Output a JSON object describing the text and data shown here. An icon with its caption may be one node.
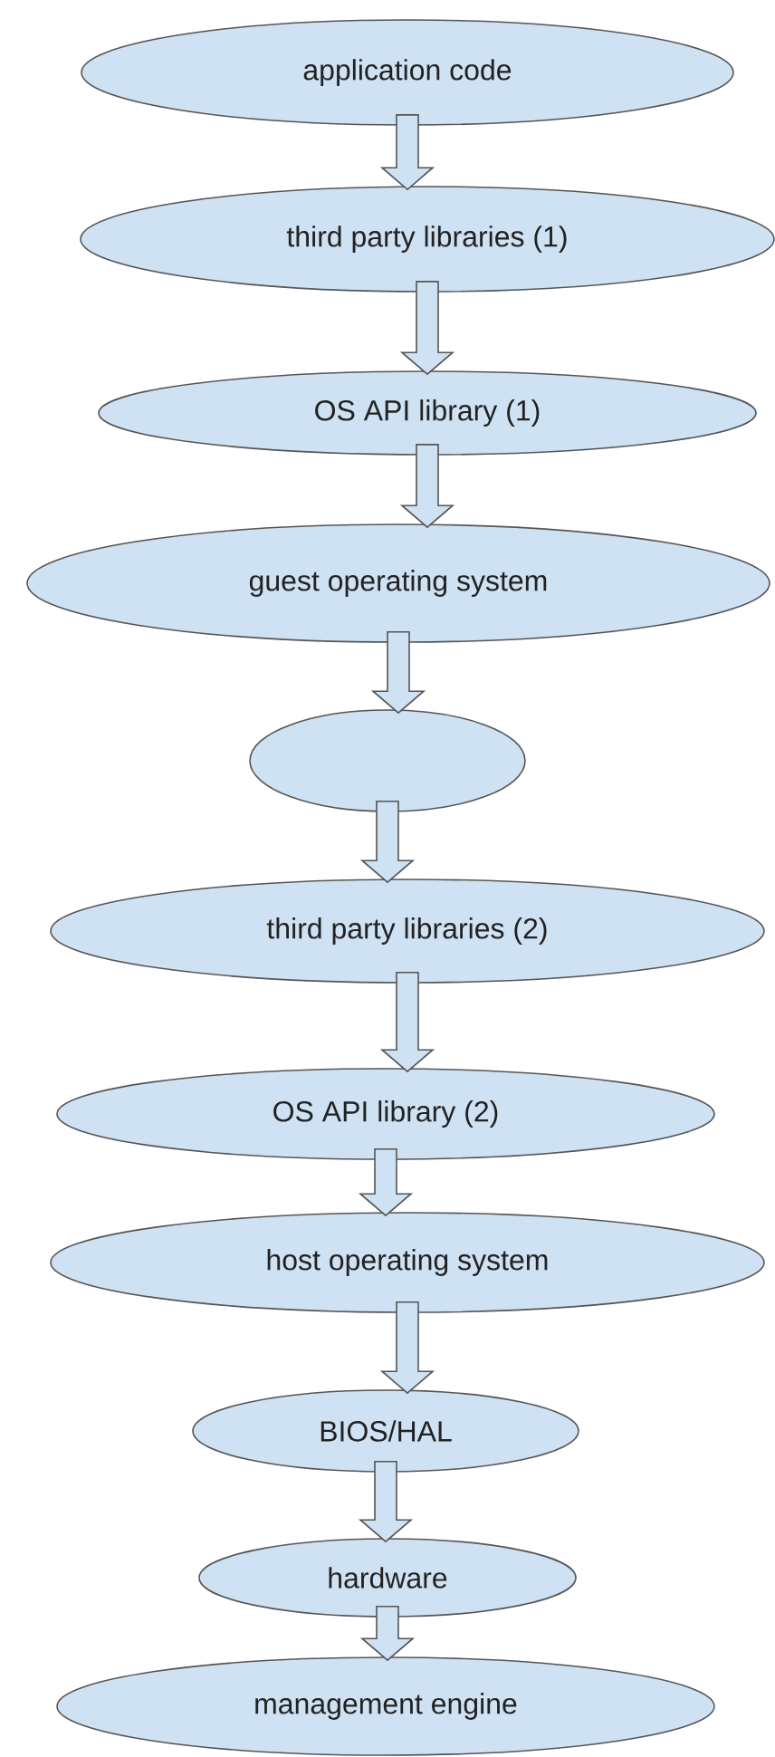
{
  "diagram": {
    "nodes": [
      {
        "text": [
          "application code"
        ]
      },
      {
        "text": [
          "third party libraries (1)"
        ]
      },
      {
        "text": [
          "OS API library (1)"
        ]
      },
      {
        "text": [
          "guest operating system"
        ]
      },
      {
        "text": [],
        "shape": "ellipse"
      },
      {
        "text": [
          "third party libraries (2)"
        ]
      },
      {
        "text": [
          "OS API library (2)"
        ]
      },
      {
        "text": [
          "host operating system"
        ]
      },
      {
        "text": [
          "BIOS/HAL"
        ]
      },
      {
        "text": [
          "hardware"
        ]
      },
      {
        "text": [
          "management engine"
        ]
      }
    ],
    "edges": [
      {
        "from": 0,
        "to": 1,
        "arrow": "to"
      },
      {
        "from": 1,
        "to": 2,
        "arrow": "to"
      },
      {
        "from": 2,
        "to": 3,
        "arrow": "to"
      },
      {
        "from": 3,
        "to": 4,
        "arrow": "to"
      },
      {
        "from": 4,
        "to": 5,
        "arrow": "to"
      },
      {
        "from": 5,
        "to": 6,
        "arrow": "to"
      },
      {
        "from": 6,
        "to": 7,
        "arrow": "to"
      },
      {
        "from": 7,
        "to": 8,
        "arrow": "to"
      },
      {
        "from": 8,
        "to": 9,
        "arrow": "to"
      },
      {
        "from": 9,
        "to": 10,
        "arrow": "to"
      }
    ]
  }
}
